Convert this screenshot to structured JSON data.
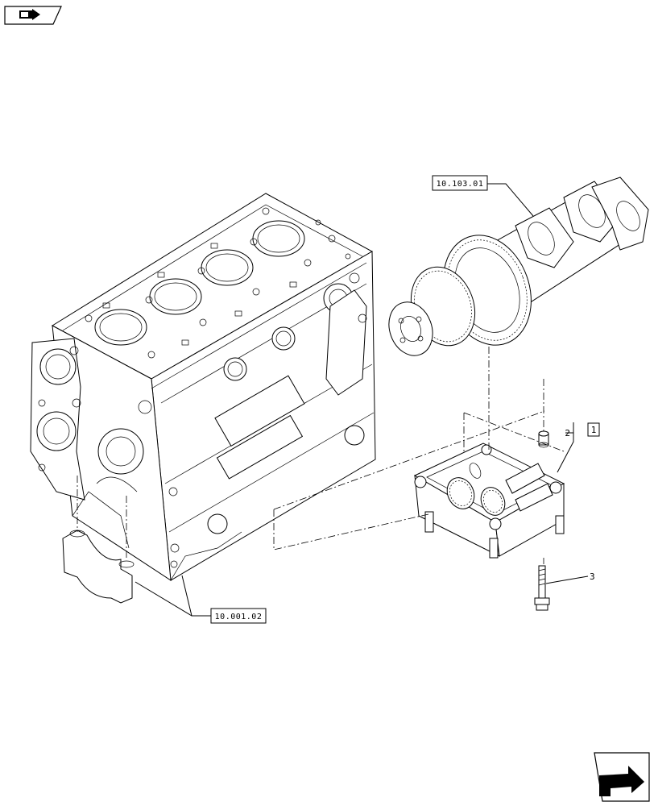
{
  "references": {
    "crankshaft_ref": "10.103.01",
    "block_ref": "10.001.02"
  },
  "callouts": {
    "item_1": "1",
    "item_2": "2",
    "item_3": "3"
  },
  "icons": {
    "top_left": "book-arrow-icon",
    "bottom_right": "next-page-arrow-icon"
  },
  "colors": {
    "line": "#000000",
    "background": "#ffffff"
  }
}
